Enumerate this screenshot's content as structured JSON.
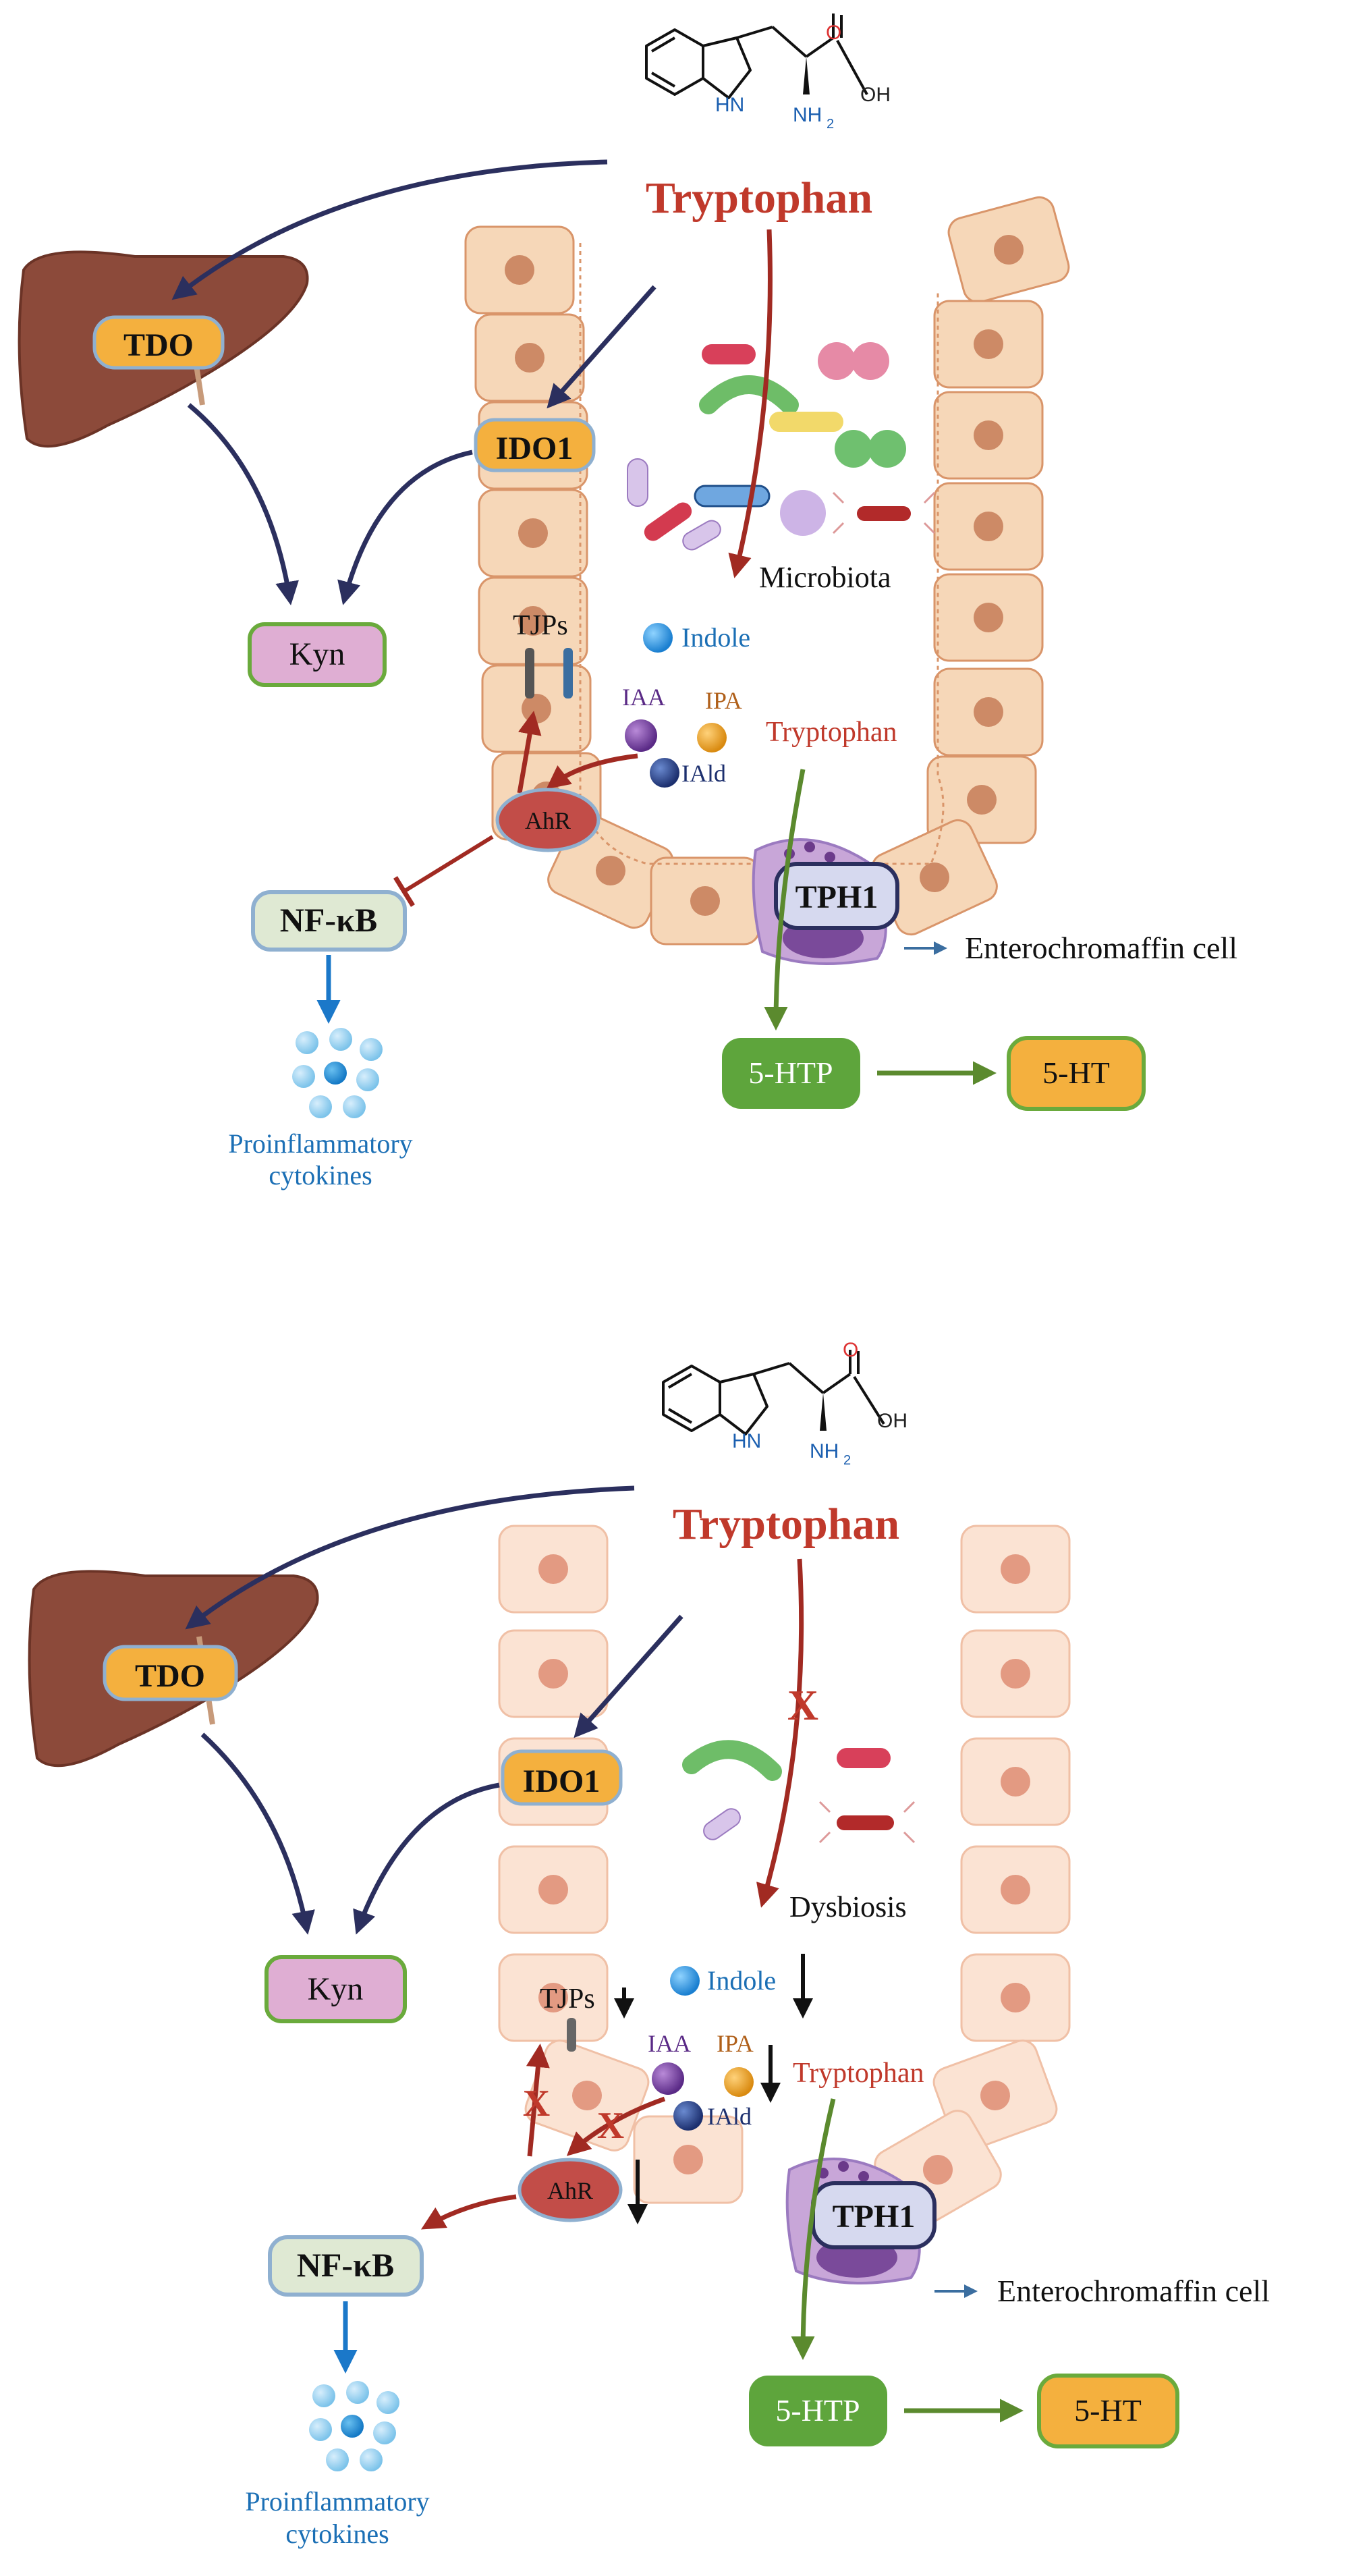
{
  "colors": {
    "tryptophan_red": "#c0392b",
    "navy_arrow": "#2b2f5e",
    "green_arrow": "#5b8a2e",
    "cell_fill": "#f6d7b8",
    "cell_stroke": "#d9956a",
    "nucleus": "#cd8a66",
    "liver": "#8c4a3a",
    "tdo_fill": "#f4b03e",
    "kyn_fill": "#dfaed3",
    "kyn_stroke": "#6aaa3c",
    "nfkb_fill": "#dfe9d3",
    "nfkb_stroke": "#8fb0d0",
    "ahr_fill": "#c24d48",
    "tph1_fill": "#d6d9ef",
    "htp_fill": "#5ea53c",
    "ht_fill": "#f4b03e",
    "blue_text": "#1b6fb5"
  },
  "panels": [
    {
      "id": "healthy",
      "chemical": {
        "oxygen": "O",
        "hydroxyl": "OH",
        "indole_nh": "HN",
        "amine": "NH",
        "amine_sub": "2"
      },
      "tryptophan_label": "Tryptophan",
      "tdo_label": "TDO",
      "ido1_label": "IDO1",
      "kyn_label": "Kyn",
      "microbe_label": "Microbiota",
      "tjps_label": "TJPs",
      "indole_label": "Indole",
      "iaa_label": "IAA",
      "ipa_label": "IPA",
      "iald_label": "IAld",
      "tryptophan_inner_label": "Tryptophan",
      "ahr_label": "AhR",
      "nfkb_label": "NF-κB",
      "cytokines_label_1": "Proinflammatory",
      "cytokines_label_2": "cytokines",
      "tph1_label": "TPH1",
      "enterochromaffin_label": "Enterochromaffin cell",
      "htp_label": "5-HTP",
      "ht_label": "5-HT"
    },
    {
      "id": "dysbiosis",
      "chemical": {
        "oxygen": "O",
        "hydroxyl": "OH",
        "indole_nh": "HN",
        "amine": "NH",
        "amine_sub": "2"
      },
      "tryptophan_label": "Tryptophan",
      "tdo_label": "TDO",
      "ido1_label": "IDO1",
      "kyn_label": "Kyn",
      "microbe_label": "Dysbiosis",
      "tjps_label": "TJPs",
      "indole_label": "Indole",
      "iaa_label": "IAA",
      "ipa_label": "IPA",
      "iald_label": "IAld",
      "tryptophan_inner_label": "Tryptophan",
      "ahr_label": "AhR",
      "nfkb_label": "NF-κB",
      "cytokines_label_1": "Proinflammatory",
      "cytokines_label_2": "cytokines",
      "tph1_label": "TPH1",
      "enterochromaffin_label": "Enterochromaffin cell",
      "htp_label": "5-HTP",
      "ht_label": "5-HT"
    }
  ]
}
